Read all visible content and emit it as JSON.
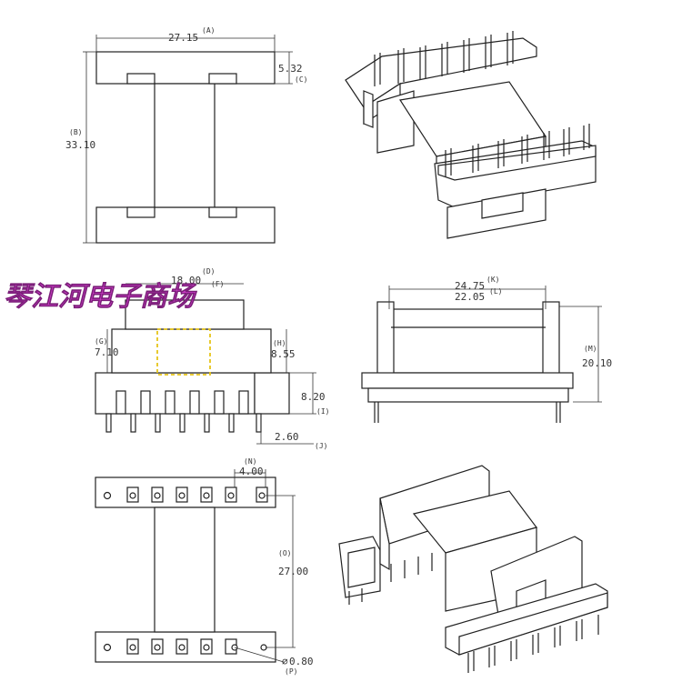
{
  "watermark": "琴江河电子商场",
  "top_view": {
    "dim_a": {
      "value": "27.15",
      "tag": "(A)"
    },
    "dim_b": {
      "value": "33.10",
      "tag": "(B)"
    },
    "dim_c": {
      "value": "5.32",
      "tag": "(C)"
    }
  },
  "front_view": {
    "dim_d": {
      "value": "18.00",
      "tag": "(D)"
    },
    "dim_f": {
      "tag": "(F)"
    },
    "dim_g": {
      "value": "7.10",
      "tag": "(G)"
    },
    "dim_h": {
      "value": "8.55",
      "tag": "(H)"
    },
    "dim_i": {
      "value": "8.20",
      "tag": "(I)"
    },
    "dim_j": {
      "value": "2.60",
      "tag": "(J)"
    }
  },
  "side_view": {
    "dim_k": {
      "value": "24.75",
      "tag": "(K)"
    },
    "dim_l": {
      "value": "22.05",
      "tag": "(L)"
    },
    "dim_m": {
      "value": "20.10",
      "tag": "(M)"
    }
  },
  "bottom_view": {
    "dim_n": {
      "value": "4.00",
      "tag": "(N)"
    },
    "dim_o": {
      "value": "27.00",
      "tag": "(O)"
    },
    "dim_p": {
      "value": "0.80",
      "tag": "(P)"
    }
  },
  "colors": {
    "watermark": "#d63fd0",
    "highlight": "#e6c51a",
    "line": "#222222"
  }
}
